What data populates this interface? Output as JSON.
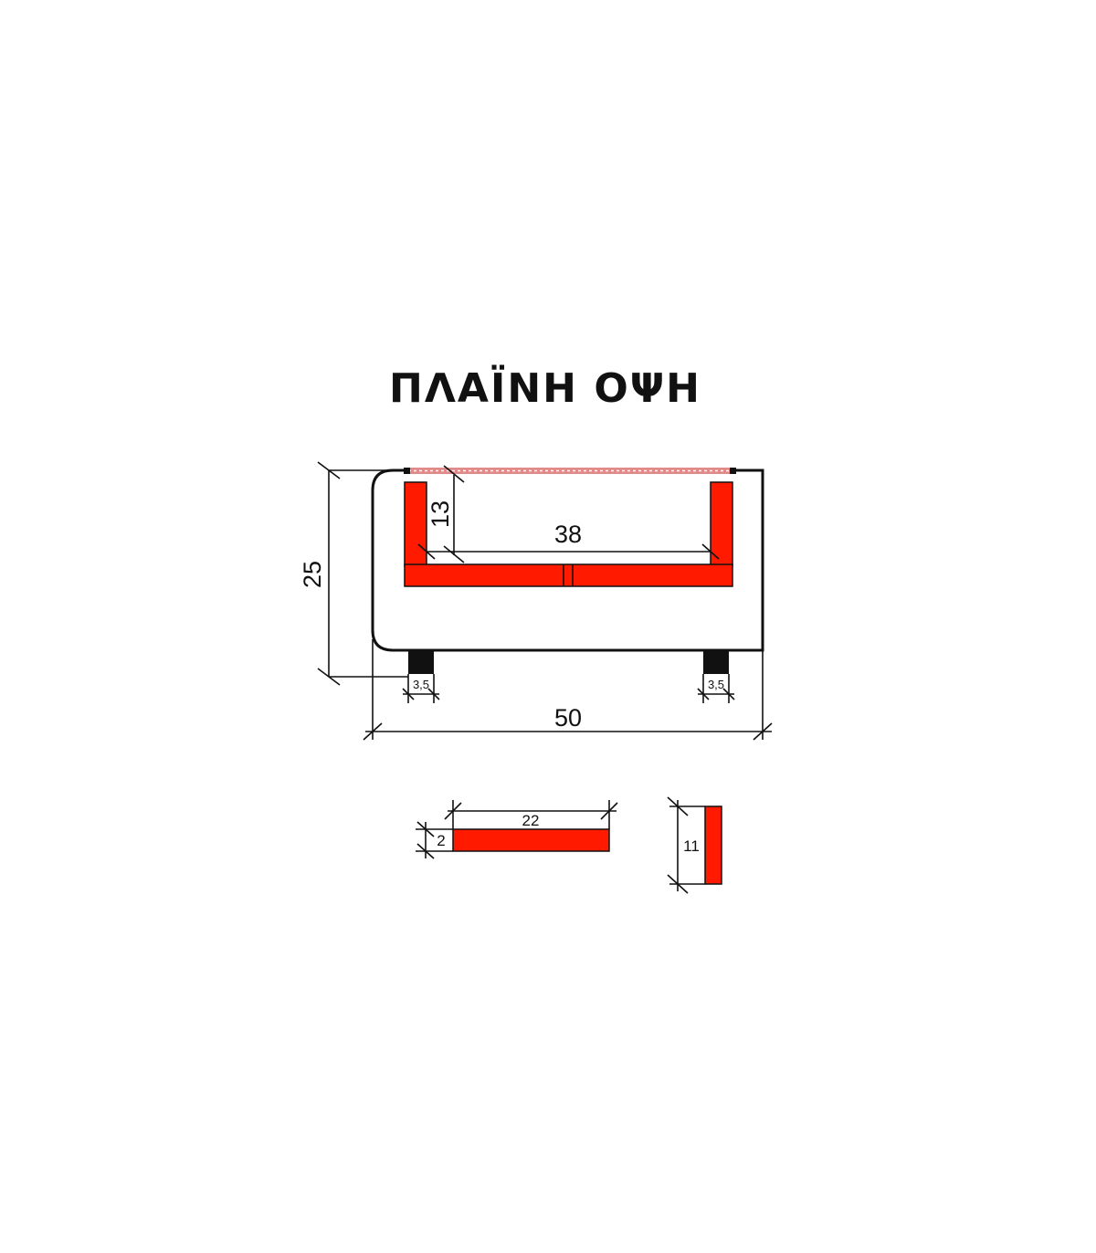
{
  "title": "ΠΛΑΪΝΗ ΟΨΗ",
  "colors": {
    "frame": "#ff1a00",
    "outline": "#111111",
    "leg": "#111111",
    "mesh": "#e08a8a"
  },
  "dimensions": {
    "overall_height": "25",
    "overall_width": "50",
    "inner_width": "38",
    "side_height": "13",
    "leg_left_width": "3,5",
    "leg_right_width": "3,5",
    "board_length": "22",
    "board_thickness": "2",
    "post_height": "11"
  }
}
